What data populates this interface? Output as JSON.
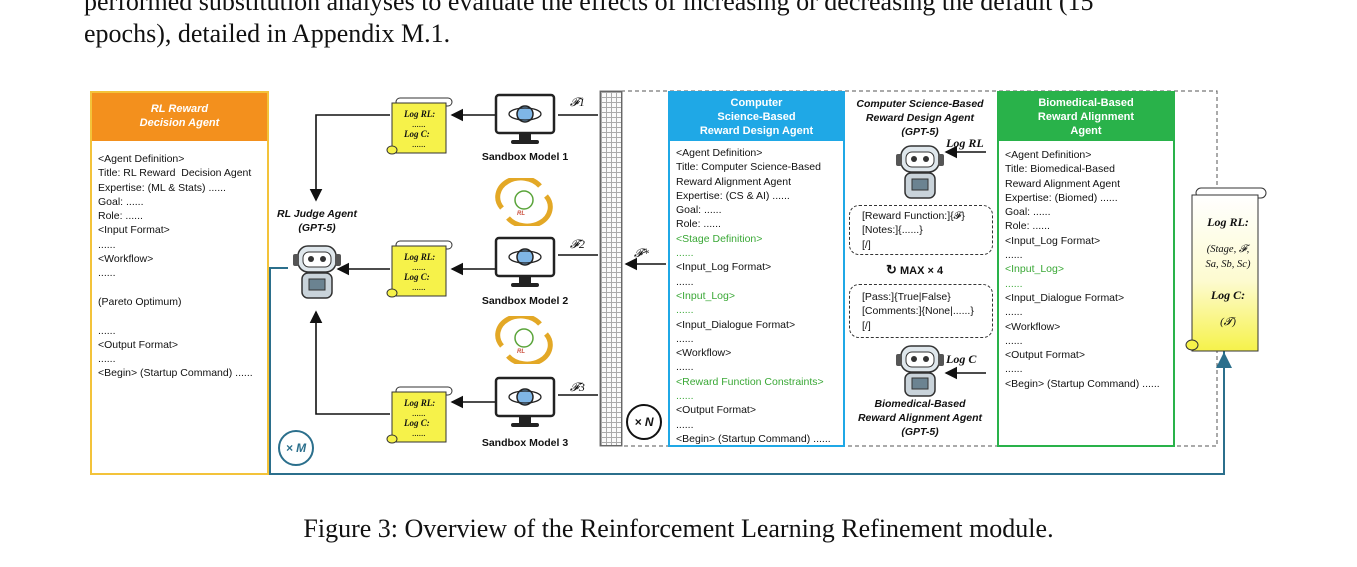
{
  "page": {
    "line1": "performed substitution analyses to evaluate the effects of increasing or decreasing the default (15",
    "line2": "epochs), detailed in Appendix M.1.",
    "caption": "Figure 3: Overview of the Reinforcement Learning Refinement module."
  },
  "decision_agent": {
    "title_line1": "RL Reward",
    "title_line2": "Decision Agent",
    "lines": [
      "<Agent Definition>",
      "Title: RL Reward  Decision Agent",
      "Expertise: (ML & Stats) ......",
      "Goal: ......",
      "Role: ......",
      "<Input Format>",
      "......",
      "<Workflow>",
      "......",
      "",
      "(Pareto Optimum)",
      "",
      "......",
      "<Output Format>",
      "......",
      "<Begin> (Startup Command) ......"
    ]
  },
  "judge": {
    "name": "RL Judge Agent",
    "model": "(GPT-5)"
  },
  "sandbox": {
    "models": [
      "Sandbox Model 1",
      "Sandbox Model 2",
      "Sandbox Model 3"
    ],
    "features": [
      "𝓕1",
      "𝓕2",
      "𝓕3"
    ],
    "scroll_log_rl": "Log RL:",
    "scroll_log_c": "Log C:",
    "scroll_dots": "......",
    "rl_badge": "RL"
  },
  "loops": {
    "m": "× M",
    "n": "× N",
    "max": "MAX × 4",
    "fstar": "𝓕*"
  },
  "cs_box": {
    "title_line1": "Computer",
    "title_line2": "Science-Based",
    "title_line3": "Reward Design Agent",
    "lines": [
      {
        "t": "<Agent Definition>",
        "g": false
      },
      {
        "t": "Title: Computer Science-Based",
        "g": false
      },
      {
        "t": "Reward Alignment Agent",
        "g": false
      },
      {
        "t": "Expertise: (CS & AI) ......",
        "g": false
      },
      {
        "t": "Goal: ......",
        "g": false
      },
      {
        "t": "Role: ......",
        "g": false
      },
      {
        "t": "<Stage Definition>",
        "g": true
      },
      {
        "t": "......",
        "g": true
      },
      {
        "t": "<Input_Log Format>",
        "g": false
      },
      {
        "t": "......",
        "g": false
      },
      {
        "t": "<Input_Log>",
        "g": true
      },
      {
        "t": "......",
        "g": true
      },
      {
        "t": "<Input_Dialogue Format>",
        "g": false
      },
      {
        "t": "......",
        "g": false
      },
      {
        "t": "<Workflow>",
        "g": false
      },
      {
        "t": "......",
        "g": false
      },
      {
        "t": "<Reward Function Constraints>",
        "g": true
      },
      {
        "t": "......",
        "g": true
      },
      {
        "t": "<Output Format>",
        "g": false
      },
      {
        "t": "......",
        "g": false
      },
      {
        "t": "<Begin> (Startup Command) ......",
        "g": false
      }
    ]
  },
  "middle": {
    "top_agent_line1": "Computer Science-Based",
    "top_agent_line2": "Reward Design Agent",
    "top_agent_model": "(GPT-5)",
    "log_rl": "Log RL",
    "log_c": "Log C",
    "reward_box": [
      "[Reward Function:]{𝓕}",
      "[Notes:]{......}",
      "[/]"
    ],
    "pass_box": [
      "[Pass:]{True|False}",
      "[Comments:]{None|......}",
      "[/]"
    ],
    "bottom_agent_line1": "Biomedical-Based",
    "bottom_agent_line2": "Reward Alignment Agent",
    "bottom_agent_model": "(GPT-5)"
  },
  "bio_box": {
    "title_line1": "Biomedical-Based",
    "title_line2": "Reward Alignment",
    "title_line3": "Agent",
    "lines": [
      {
        "t": "<Agent Definition>",
        "g": false
      },
      {
        "t": "Title: Biomedical-Based",
        "g": false
      },
      {
        "t": "Reward Alignment Agent",
        "g": false
      },
      {
        "t": "Expertise: (Biomed) ......",
        "g": false
      },
      {
        "t": "Goal: ......",
        "g": false
      },
      {
        "t": "Role: ......",
        "g": false
      },
      {
        "t": "<Input_Log Format>",
        "g": false
      },
      {
        "t": "......",
        "g": false
      },
      {
        "t": "<Input_Log>",
        "g": true
      },
      {
        "t": "......",
        "g": true
      },
      {
        "t": "<Input_Dialogue Format>",
        "g": false
      },
      {
        "t": "......",
        "g": false
      },
      {
        "t": "<Workflow>",
        "g": false
      },
      {
        "t": "......",
        "g": false
      },
      {
        "t": "<Output Format>",
        "g": false
      },
      {
        "t": "......",
        "g": false
      },
      {
        "t": "<Begin> (Startup Command) ......",
        "g": false
      }
    ]
  },
  "final_scroll": {
    "log_rl": "Log RL:",
    "log_rl_content_1": "(Stage, 𝓕,",
    "log_rl_content_2": "Sa, Sb, Sc)",
    "log_c": "Log C:",
    "log_c_content": "(𝓣)"
  },
  "colors": {
    "orange": "#f3901d",
    "blue": "#1fa8e6",
    "green": "#29b24a",
    "yellow": "#f6f24a",
    "teal": "#2b6f8c"
  }
}
